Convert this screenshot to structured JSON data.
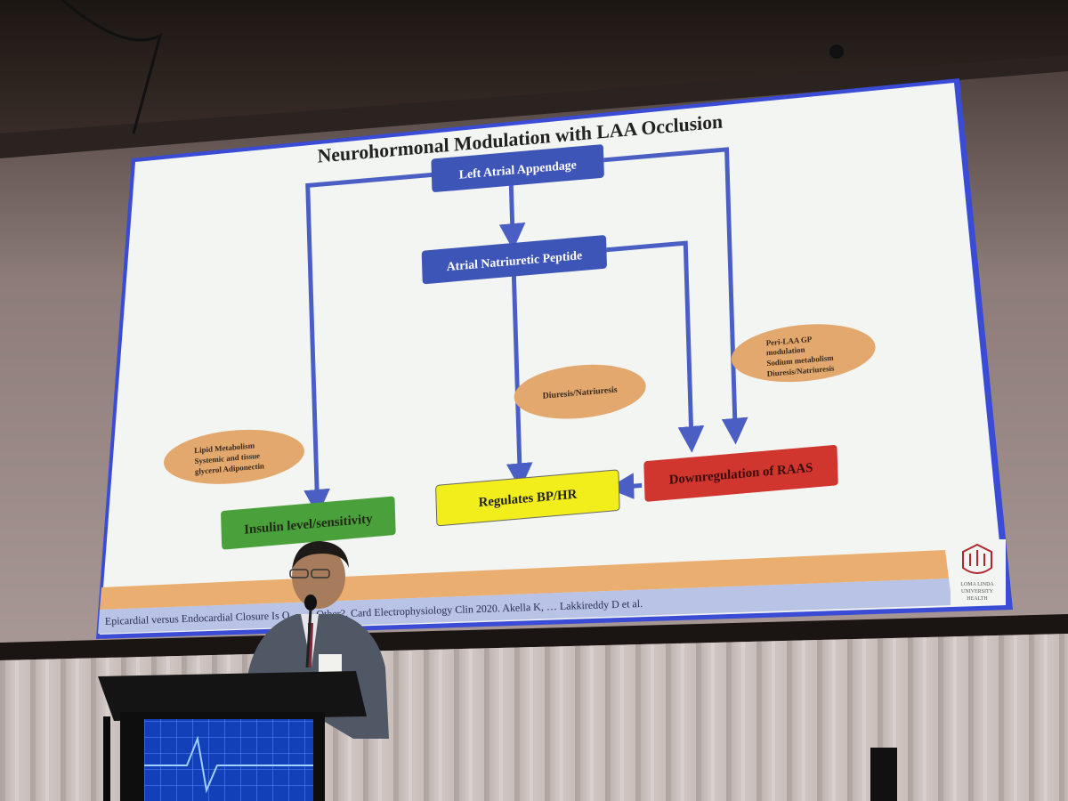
{
  "slide": {
    "title": "Neurohormonal Modulation with LAA Occlusion",
    "nodes": {
      "laa": "Left Atrial Appendage",
      "anp": "Atrial Natriuretic Peptide",
      "insulin": "Insulin level/sensitivity",
      "bp": "Regulates BP/HR",
      "raas": "Downregulation of RAAS"
    },
    "notes": {
      "left": [
        "Lipid Metabolism",
        "Systemic and tissue",
        "glycerol Adiponectin"
      ],
      "middle": "Diuresis/Natriuresis",
      "right": [
        "Peri-LAA GP",
        "modulation",
        "Sodium metabolism",
        "Diuresis/Natriuresis"
      ]
    },
    "footer_citation": "Epicardial versus Endocardial Closure Is O…         … Other?. Card Electrophysiology Clin 2020. Akella K, … Lakkireddy D et al.",
    "logo": {
      "line1": "LOMA LINDA",
      "line2": "UNIVERSITY",
      "line3": "HEALTH"
    }
  },
  "colors": {
    "slide_bg": "#f3f5f2",
    "box_blue": "#3e55b8",
    "arrow_blue": "#4a5ec4",
    "insulin_green": "#4aa03a",
    "bp_yellow": "#f2ee1c",
    "raas_red": "#d0352e",
    "note_orange": "#e2a86e",
    "stripe_orange": "#e9ae70",
    "stripe_blue": "#b9c3e6",
    "projector_edge": "#3a4bd6",
    "curtain": "#c2b8b5",
    "wall": "#a99795",
    "podium": "#141414",
    "podium_screen": "#1448c8"
  }
}
